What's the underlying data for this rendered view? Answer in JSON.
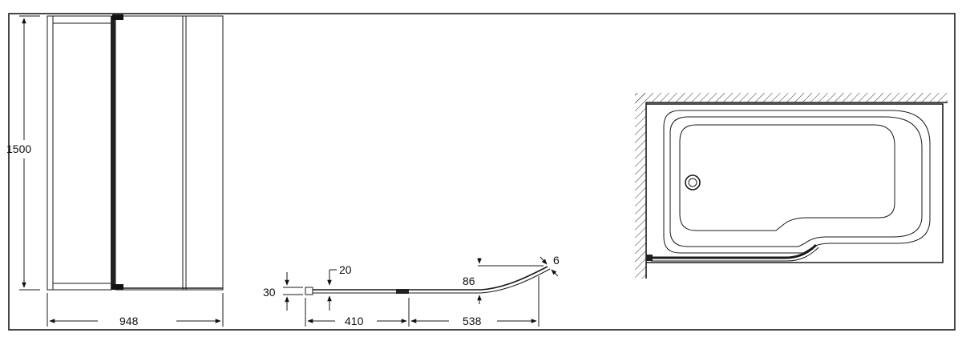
{
  "elevation": {
    "height_label": "1500",
    "width_label": "948"
  },
  "section": {
    "glass_thickness_label": "20",
    "profile_height_label": "30",
    "straight_length_label": "410",
    "curved_length_label": "538",
    "curve_depth_label": "86",
    "edge_label": "6"
  },
  "plan": {}
}
